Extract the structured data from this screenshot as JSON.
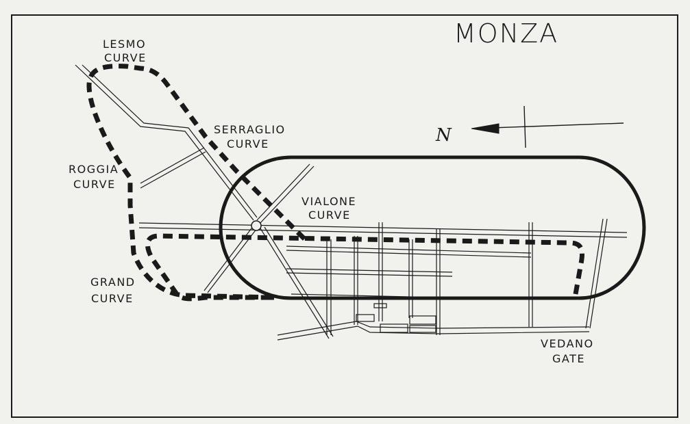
{
  "map": {
    "title": "MONZA",
    "compass": {
      "letter": "N"
    },
    "labels": {
      "lesmo": [
        "LESMO",
        "CURVE"
      ],
      "serraglio": [
        "SERRAGLIO",
        "CURVE"
      ],
      "roggia": [
        "ROGGIA",
        "CURVE"
      ],
      "vialone": [
        "VIALONE",
        "CURVE"
      ],
      "grand": [
        "GRAND",
        "CURVE"
      ],
      "vedano": [
        "VEDANO",
        "GATE"
      ]
    },
    "colors": {
      "ink": "#1a1a1a",
      "paper": "#f1f1ee"
    }
  }
}
